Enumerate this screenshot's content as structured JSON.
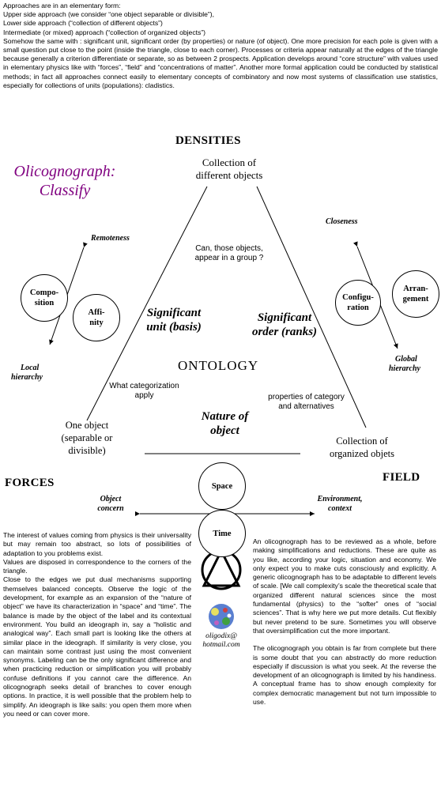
{
  "intro": {
    "lines": [
      "Approaches are in an elementary form:",
      "Upper side approach (we consider “one object separable or divisible”),",
      "Lower side approach (“collection of different objects”)",
      "Intermediate (or mixed) approach (“collection of organized objects”)"
    ],
    "paragraph": "Somehow the same with : significant unit, significant order (by properties) or nature (of object). One more precision for each pole is given with a small question put close to the point (inside the triangle, close to each corner). Processes or criteria appear naturally at the edges of the triangle because generally a criterion differentiate or separate, so as between 2 prospects. Application develops around “core structure” with values used in elementary physics like with “forces”, “field” and “concentrations of matter”. Another more formal application could be conducted by statistical methods; in fact all approaches connect easily to elementary concepts of combinatory and now most systems of classification use statistics, especially for collections of units (populations): cladistics."
  },
  "diagram": {
    "title_line1": "Olicognograph:",
    "title_line2": "Classify",
    "densities": "DENSITIES",
    "top_corner_line1": "Collection of",
    "top_corner_line2": "different objects",
    "top_question_line1": "Can, those objects,",
    "top_question_line2": "appear in a group ?",
    "remoteness": "Remoteness",
    "closeness": "Closeness",
    "local_hierarchy_line1": "Local",
    "local_hierarchy_line2": "hierarchy",
    "global_hierarchy_line1": "Global",
    "global_hierarchy_line2": "hierarchy",
    "composition_line1": "Compo-",
    "composition_line2": "sition",
    "affinity_line1": "Affi-",
    "affinity_line2": "nity",
    "configuration_line1": "Configu-",
    "configuration_line2": "ration",
    "arrangement_line1": "Arran-",
    "arrangement_line2": "gement",
    "sig_unit_line1": "Significant",
    "sig_unit_line2": "unit (basis)",
    "sig_order_line1": "Significant",
    "sig_order_line2": "order (ranks)",
    "ontology": "ONTOLOGY",
    "what_cat_line1": "What categorization",
    "what_cat_line2": "apply",
    "props_line1": "properties of category",
    "props_line2": "and alternatives",
    "nature_line1": "Nature of",
    "nature_line2": "object",
    "left_corner_line1": "One object",
    "left_corner_line2": "(separable or",
    "left_corner_line3": "divisible)",
    "right_corner_line1": "Collection of",
    "right_corner_line2": "organized objets",
    "forces": "FORCES",
    "field": "FIELD",
    "space": "Space",
    "time": "Time",
    "object_concern_line1": "Object",
    "object_concern_line2": "concern",
    "environment_line1": "Environment,",
    "environment_line2": "context",
    "email_line1": "oligodix@",
    "email_line2": "hotmail.com"
  },
  "left_text": {
    "p1": "The interest of values coming from physics is their universality but may remain too abstract, so lots of possibilities of adaptation to you problems exist.",
    "p2": "Values are disposed in correspondence to the corners of the triangle.",
    "p3": "Close to the edges we put dual mechanisms supporting themselves balanced concepts. Observe the logic of the development, for example as an expansion of the “nature of object” we have its characterization in “space” and “time”. The balance is made by the object of the label and its contextual environment. You build an ideograph in, say a “holistic and analogical way”. Each small part is looking like the others at similar place in the ideograph. If similarity is very close, you can maintain some contrast just using the most convenient synonyms. Labeling can be the only significant difference and when practicing reduction or simplification you will probably confuse definitions if you cannot care the difference. An olicognograph seeks detail of branches to cover enough options. In practice, it is well possible that the problem help to simplify. An ideograph is like sails: you open them more when you need or can cover more."
  },
  "right_text": {
    "p1": "An olicognograph has to be reviewed as a whole, before making simplifications and reductions. These are quite as you like, according your logic, situation and economy. We only expect you to make cuts consciously and explicitly. A generic olicognograph has to be adaptable to different levels of scale. [We call complexity’s scale the theoretical scale that organized different natural sciences since the most fundamental (physics) to the “softer” ones of “social sciences”. That is why here we put more details. Cut flexibly but never pretend to be sure. Sometimes you will observe that oversimplification cut the more important.",
    "p2": "The olicognograph you obtain is far from complete but there is some doubt that you can abstractly do more reduction especially if discussion is what you seek. At the reverse the development of an olicognograph is limited by his handiness. A conceptual frame has to show enough complexity for complex democratic management but not turn impossible to use."
  }
}
